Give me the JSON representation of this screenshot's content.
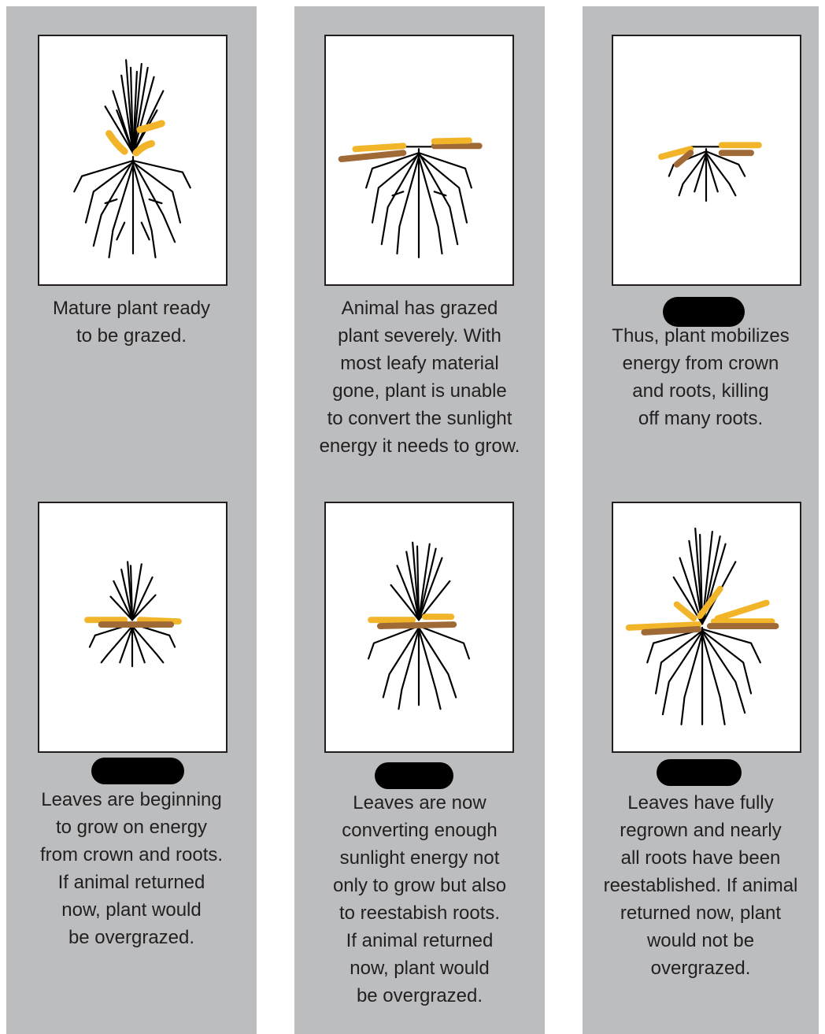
{
  "captions": [
    "Mature plant ready\nto be grazed.",
    "Animal has grazed\nplant severely. With\nmost leafy material\ngone, plant is unable\nto convert the sunlight\nenergy it needs to grow.",
    "Thus, plant mobilizes\nenergy from crown\nand roots, killing\noff many roots.",
    "Leaves are beginning\nto grow on energy\nfrom crown and roots.\nIf animal returned\nnow, plant would\nbe overgrazed.",
    "Leaves are now\nconverting enough\nsunlight energy not\nonly to grow but also\nto reestabish roots.\nIf animal returned\nnow, plant would\nbe overgrazed.",
    "Leaves have fully\nregrown and nearly\nall roots have been\nreestablished. If animal\nreturned now, plant\nwould not be\novergrazed."
  ],
  "colors": {
    "column_background": "#bcbdbf",
    "plant": "#000000",
    "grass_yellow": "#f2b52a",
    "grass_brown": "#a06a36"
  }
}
